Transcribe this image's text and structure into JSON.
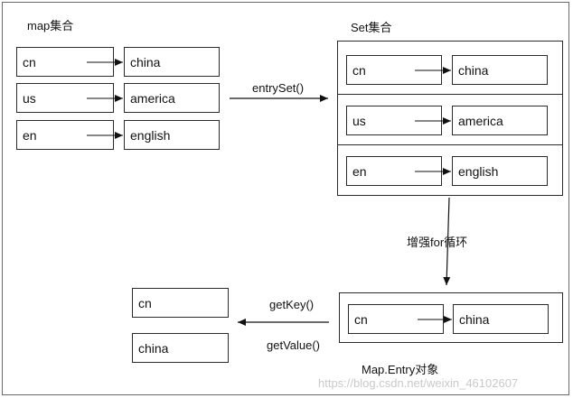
{
  "diagram": {
    "map_title": "map集合",
    "set_title": "Set集合",
    "map_entries": [
      {
        "key": "cn",
        "value": "china"
      },
      {
        "key": "us",
        "value": "america"
      },
      {
        "key": "en",
        "value": "english"
      }
    ],
    "set_entries": [
      {
        "key": "cn",
        "value": "china"
      },
      {
        "key": "us",
        "value": "america"
      },
      {
        "key": "en",
        "value": "english"
      }
    ],
    "entryset_label": "entrySet()",
    "loop_label": "增强for循环",
    "entry_object": {
      "key": "cn",
      "value": "china"
    },
    "entry_caption": "Map.Entry对象",
    "getkey_label": "getKey()",
    "getvalue_label": "getValue()",
    "result": {
      "key": "cn",
      "value": "china"
    },
    "watermark": "https://blog.csdn.net/weixin_46102607"
  }
}
